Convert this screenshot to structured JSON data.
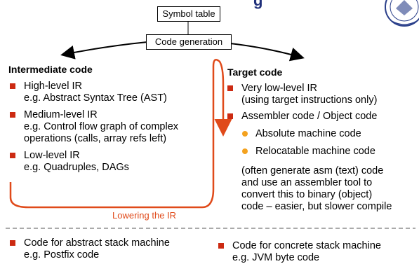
{
  "title_partial": "g",
  "logo": {
    "name": "university-seal",
    "color": "#2a3f8a"
  },
  "boxes": {
    "symbol_table": "Symbol table",
    "code_generation": "Code generation"
  },
  "intermediate": {
    "heading": "Intermediate code",
    "items": [
      {
        "line1": "High-level IR",
        "line2": "e.g. Abstract Syntax Tree  (AST)"
      },
      {
        "line1": "Medium-level IR",
        "line2": "e.g. Control flow graph of complex",
        "line3": "operations (calls, array refs left)"
      },
      {
        "line1": "Low-level IR",
        "line2": "e.g. Quadruples, DAGs"
      }
    ]
  },
  "target": {
    "heading": "Target code",
    "items": [
      {
        "line1": "Very low-level IR",
        "line2": "(using target instructions only)"
      },
      {
        "line1": "Assembler code / Object code"
      }
    ],
    "subitems": [
      "Absolute machine code",
      "Relocatable machine code"
    ],
    "note": [
      "(often generate asm (text) code",
      "and use an assembler tool to",
      "convert this to binary (object)",
      "code – easier, but slower compile"
    ]
  },
  "lowering_label": "Lowering the IR",
  "bottom": {
    "left": {
      "line1": "Code for abstract stack machine",
      "line2": "e.g. Postfix code"
    },
    "right": {
      "line1": "Code for concrete stack machine",
      "line2": "e.g. JVM byte code"
    }
  },
  "colors": {
    "bullet": "#cc2a12",
    "subbullet": "#f4a21f",
    "arrow_red": "#e04a1a",
    "dashed": "#555555"
  }
}
